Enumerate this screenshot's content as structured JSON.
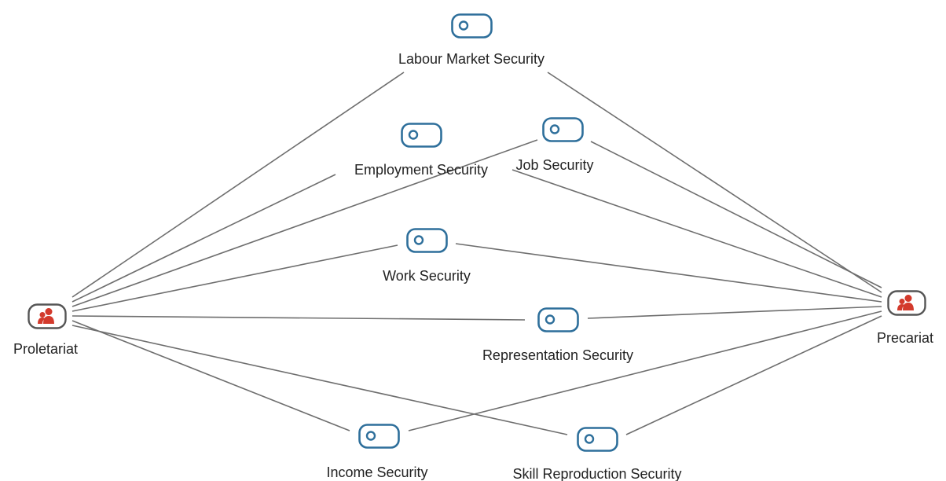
{
  "cases": [
    {
      "id": "proletariat",
      "label": "Proletariat",
      "icon": "case-person-icon"
    },
    {
      "id": "precariat",
      "label": "Precariat",
      "icon": "case-person-icon"
    }
  ],
  "codes": [
    {
      "id": "labour_market_security",
      "label": "Labour Market Security",
      "icon": "code-icon"
    },
    {
      "id": "employment_security",
      "label": "Employment Security",
      "icon": "code-icon"
    },
    {
      "id": "job_security",
      "label": "Job Security",
      "icon": "code-icon"
    },
    {
      "id": "work_security",
      "label": "Work Security",
      "icon": "code-icon"
    },
    {
      "id": "representation_security",
      "label": "Representation Security",
      "icon": "code-icon"
    },
    {
      "id": "income_security",
      "label": "Income Security",
      "icon": "code-icon"
    },
    {
      "id": "skill_reproduction_security",
      "label": "Skill Reproduction Security",
      "icon": "code-icon"
    }
  ],
  "links": [
    [
      "proletariat",
      "labour_market_security"
    ],
    [
      "proletariat",
      "employment_security"
    ],
    [
      "proletariat",
      "job_security"
    ],
    [
      "proletariat",
      "work_security"
    ],
    [
      "proletariat",
      "representation_security"
    ],
    [
      "proletariat",
      "income_security"
    ],
    [
      "proletariat",
      "skill_reproduction_security"
    ],
    [
      "precariat",
      "labour_market_security"
    ],
    [
      "precariat",
      "employment_security"
    ],
    [
      "precariat",
      "job_security"
    ],
    [
      "precariat",
      "work_security"
    ],
    [
      "precariat",
      "representation_security"
    ],
    [
      "precariat",
      "income_security"
    ],
    [
      "precariat",
      "skill_reproduction_security"
    ]
  ],
  "colors": {
    "code_icon": "#2e6f9b",
    "case_person": "#d33a2c",
    "case_frame": "#555555",
    "edge": "#6e6e6e"
  }
}
